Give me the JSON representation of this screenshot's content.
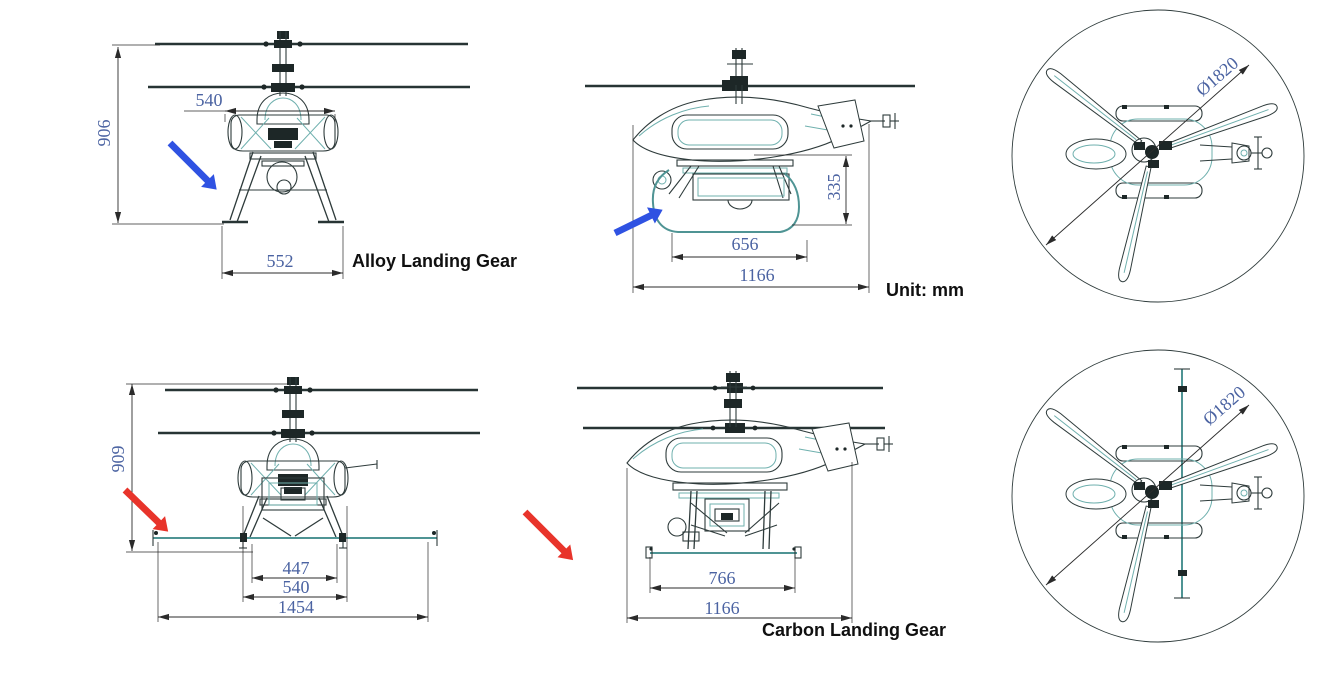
{
  "drawing": {
    "captions": {
      "alloy": "Alloy Landing Gear",
      "carbon": "Carbon Landing Gear",
      "unit": "Unit: mm"
    },
    "views": {
      "front_alloy": {
        "dims": {
          "height": "906",
          "rotor_head_width": "540",
          "skid_width": "552"
        }
      },
      "side_alloy": {
        "dims": {
          "gear_height": "335",
          "skid_length": "656",
          "fuselage_length": "1166"
        }
      },
      "top_alloy": {
        "dims": {
          "rotor_diameter": "Ø1820"
        }
      },
      "front_carbon": {
        "dims": {
          "height": "909",
          "inner_track": "447",
          "frame_width": "540",
          "boom_span": "1454"
        }
      },
      "side_carbon": {
        "dims": {
          "boom_length": "766",
          "fuselage_length": "1166"
        }
      },
      "top_carbon": {
        "dims": {
          "rotor_diameter": "Ø1820"
        }
      }
    },
    "colors": {
      "dimension_text": "#4b63a2",
      "line_ink": "#2e3b3b",
      "construction_teal": "#6fb0ae",
      "annotation_blue": "#2f52e2",
      "annotation_red": "#e8342b"
    }
  }
}
